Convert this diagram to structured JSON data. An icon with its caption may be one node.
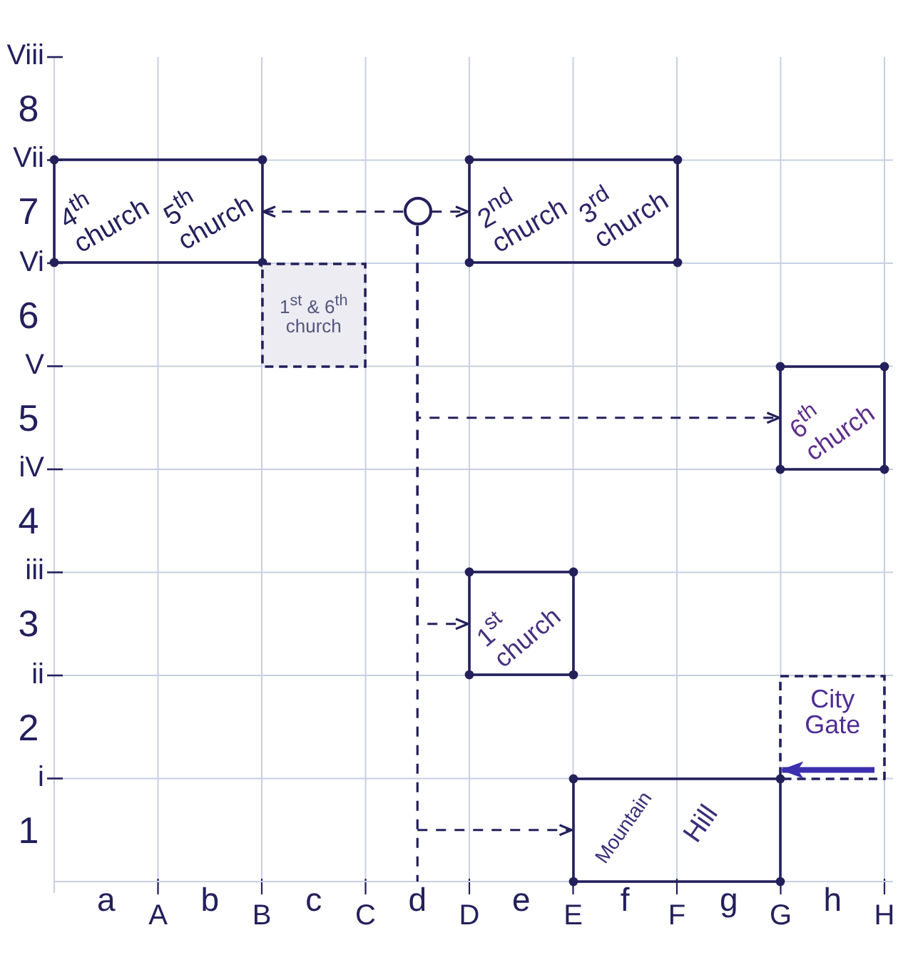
{
  "diagram": {
    "nodes": [
      {
        "text": [
          "4$^{th}$ church",
          "5$^{th}$ church"
        ]
      },
      {
        "text": [],
        "shape": "circle"
      },
      {
        "text": [
          "2$^{nd}$ church",
          "3$^{rd}$ church"
        ]
      },
      {
        "text": [
          "1$^{st}$ & 6$^{th}$ church"
        ]
      },
      {
        "text": [
          "6$^{th}$ church"
        ]
      },
      {
        "text": [
          "1$^{st}$ church"
        ]
      },
      {
        "text": [
          "City Gate"
        ]
      },
      {
        "text": [
          "Mountain",
          "Hill"
        ]
      }
    ],
    "edges": [
      {
        "from": 1,
        "to": 0,
        "arrow": "to",
        "style": "dashed"
      },
      {
        "from": 1,
        "to": 2,
        "arrow": "to",
        "style": "dashed"
      },
      {
        "from": 1,
        "to": 4,
        "arrow": "to",
        "style": "dashed"
      },
      {
        "from": 1,
        "to": 5,
        "arrow": "to",
        "style": "dashed"
      },
      {
        "from": 1,
        "to": 7,
        "arrow": "to",
        "style": "dashed"
      },
      {
        "from": 6,
        "to": 7,
        "arrow": "to",
        "style": "thick",
        "color": "#3b2fb0"
      }
    ],
    "labels": [
      "Viii",
      "8",
      "Vii",
      "7",
      "Vi",
      "6",
      "V",
      "5",
      "iV",
      "4",
      "iii",
      "3",
      "ii",
      "2",
      "i",
      "1",
      "a",
      "A",
      "b",
      "B",
      "c",
      "C",
      "d",
      "D",
      "e",
      "E",
      "f",
      "F",
      "g",
      "G",
      "h",
      "H"
    ]
  }
}
